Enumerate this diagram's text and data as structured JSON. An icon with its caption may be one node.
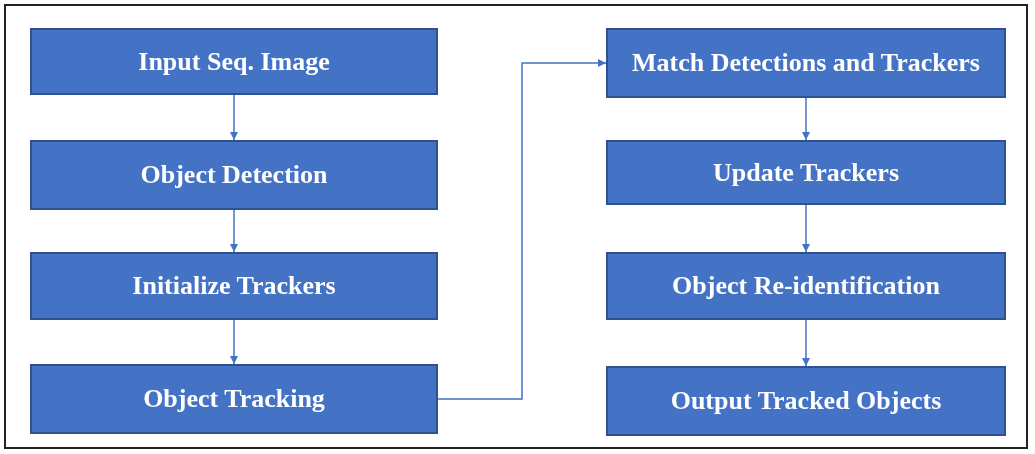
{
  "diagram": {
    "nodes": [
      {
        "text": [
          "Input Seq. Image"
        ]
      },
      {
        "text": [
          "Object Detection"
        ]
      },
      {
        "text": [
          "Initialize Trackers"
        ]
      },
      {
        "text": [
          "Object Tracking"
        ]
      },
      {
        "text": [
          "Match Detections and Trackers"
        ]
      },
      {
        "text": [
          "Update Trackers"
        ]
      },
      {
        "text": [
          "Object Re-identification"
        ]
      },
      {
        "text": [
          "Output Tracked Objects"
        ]
      }
    ],
    "edges": [
      {
        "from": 0,
        "to": 1,
        "arrow": "to"
      },
      {
        "from": 1,
        "to": 2,
        "arrow": "to"
      },
      {
        "from": 2,
        "to": 3,
        "arrow": "to"
      },
      {
        "from": 3,
        "to": 4,
        "arrow": "to"
      },
      {
        "from": 4,
        "to": 5,
        "arrow": "to"
      },
      {
        "from": 5,
        "to": 6,
        "arrow": "to"
      },
      {
        "from": 6,
        "to": 7,
        "arrow": "to"
      }
    ]
  }
}
